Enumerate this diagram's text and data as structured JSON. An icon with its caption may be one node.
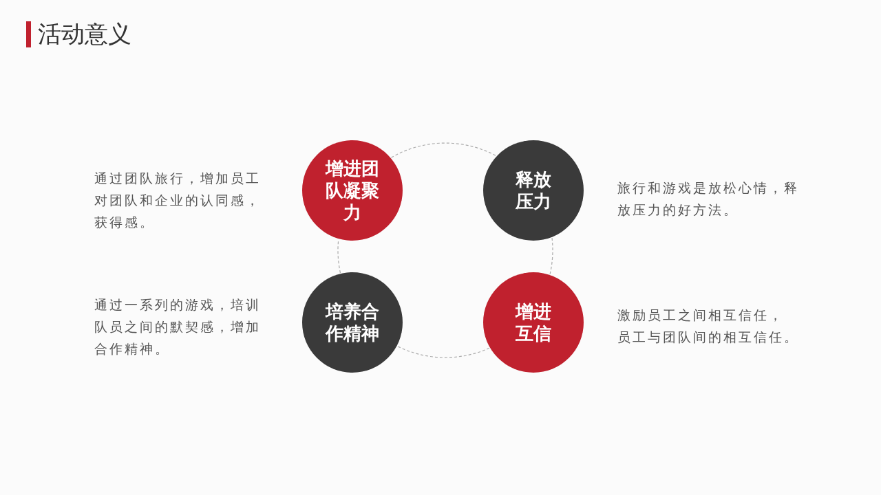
{
  "diagram": {
    "title": "活动意义",
    "nodes": [
      {
        "text": [
          "增进团队凝聚力"
        ],
        "beside": [
          "通过团队旅行，增加员工对团队和企业的认同感，获得感。"
        ]
      },
      {
        "text": [
          "释放压力"
        ],
        "beside": [
          "旅行和游戏是放松心情，释放压力的好方法。"
        ]
      },
      {
        "text": [
          "培养合作精神"
        ],
        "beside": [
          "通过一系列的游戏，培训队员之间的默契感，增加合作精神。"
        ]
      },
      {
        "text": [
          "增进互信"
        ],
        "beside": [
          "激励员工之间相互信任，员工与团队间的相互信任。"
        ]
      }
    ],
    "edges": [
      {
        "from": 0,
        "to": 1,
        "arrow": "none",
        "style": "dashed"
      },
      {
        "from": 1,
        "to": 3,
        "arrow": "none",
        "style": "dashed"
      },
      {
        "from": 3,
        "to": 2,
        "arrow": "none",
        "style": "dashed"
      },
      {
        "from": 2,
        "to": 0,
        "arrow": "none",
        "style": "dashed"
      }
    ]
  }
}
